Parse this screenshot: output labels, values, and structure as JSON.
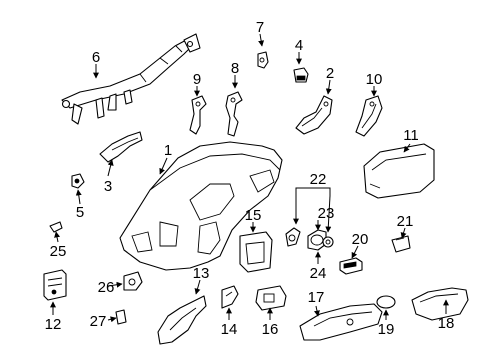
{
  "callouts": [
    {
      "id": "c1",
      "label": "1"
    },
    {
      "id": "c2",
      "label": "2"
    },
    {
      "id": "c3",
      "label": "3"
    },
    {
      "id": "c4",
      "label": "4"
    },
    {
      "id": "c5",
      "label": "5"
    },
    {
      "id": "c6",
      "label": "6"
    },
    {
      "id": "c7",
      "label": "7"
    },
    {
      "id": "c8",
      "label": "8"
    },
    {
      "id": "c9",
      "label": "9"
    },
    {
      "id": "c10",
      "label": "10"
    },
    {
      "id": "c11",
      "label": "11"
    },
    {
      "id": "c12",
      "label": "12"
    },
    {
      "id": "c13",
      "label": "13"
    },
    {
      "id": "c14",
      "label": "14"
    },
    {
      "id": "c15",
      "label": "15"
    },
    {
      "id": "c16",
      "label": "16"
    },
    {
      "id": "c17",
      "label": "17"
    },
    {
      "id": "c18",
      "label": "18"
    },
    {
      "id": "c19",
      "label": "19"
    },
    {
      "id": "c20",
      "label": "20"
    },
    {
      "id": "c21",
      "label": "21"
    },
    {
      "id": "c22",
      "label": "22"
    },
    {
      "id": "c23",
      "label": "23"
    },
    {
      "id": "c24",
      "label": "24"
    },
    {
      "id": "c25",
      "label": "25"
    },
    {
      "id": "c26",
      "label": "26"
    },
    {
      "id": "c27",
      "label": "27"
    }
  ]
}
